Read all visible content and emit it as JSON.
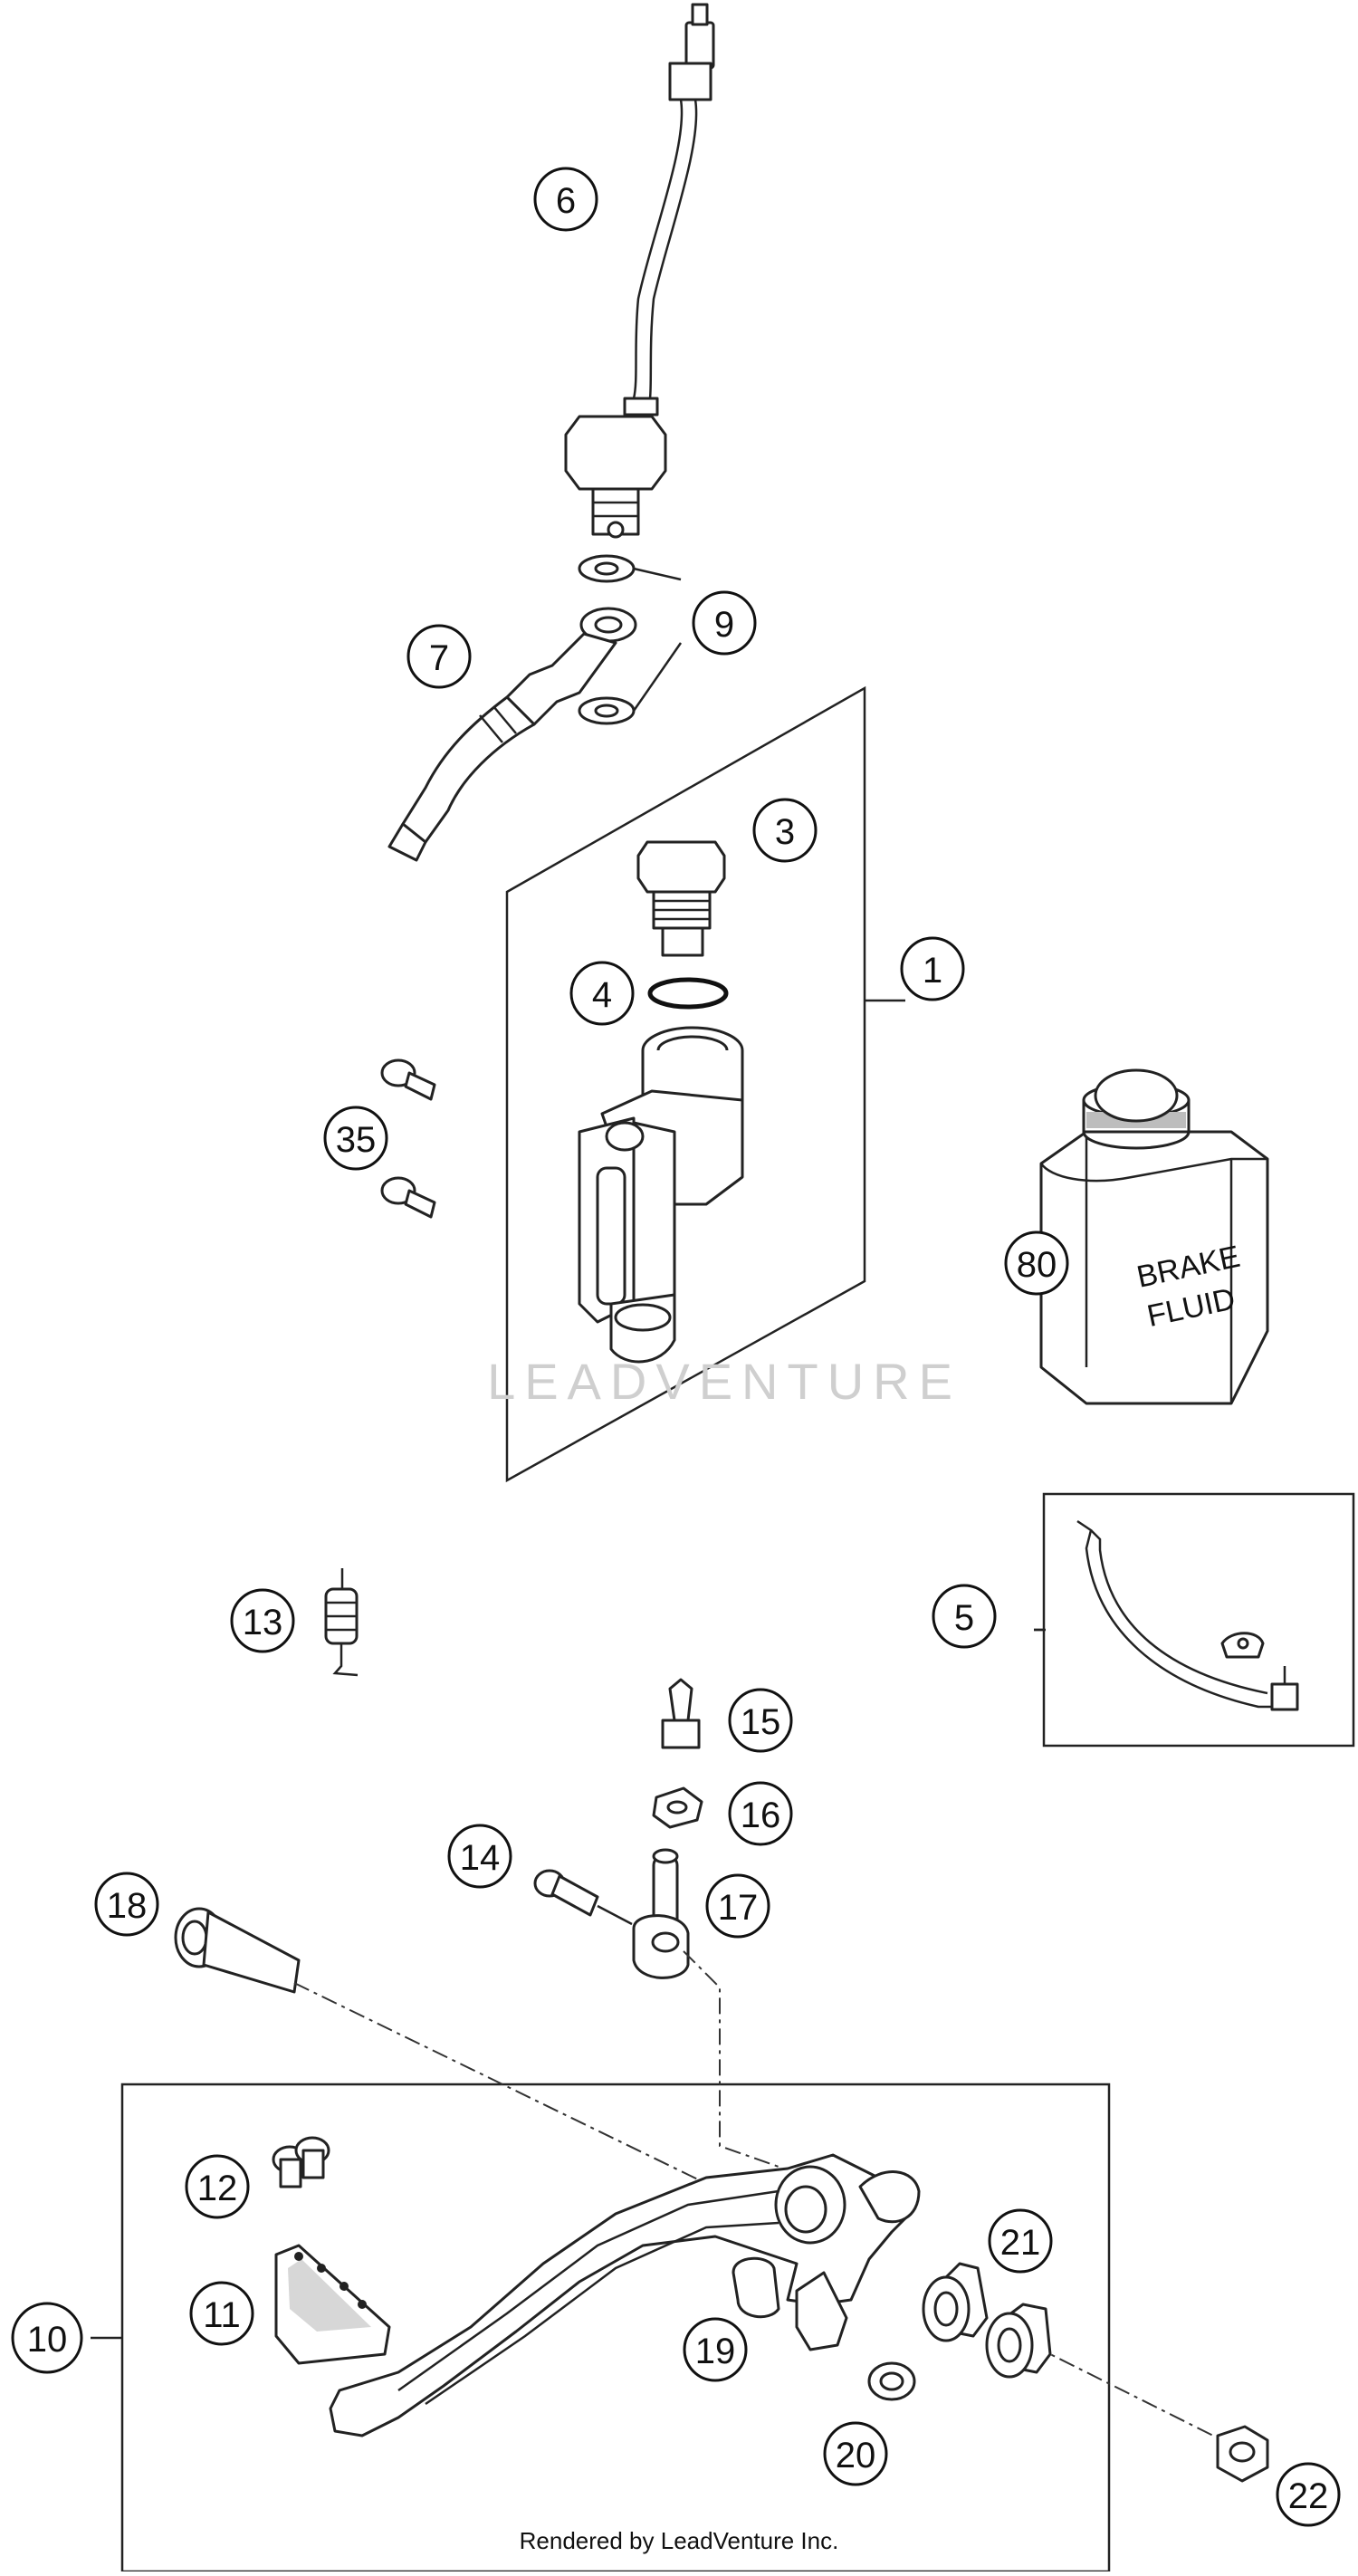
{
  "diagram": {
    "watermark": "LEADVENTURE",
    "footer": "Rendered by LeadVenture Inc.",
    "can_label": [
      "BRAKE",
      "FLUID"
    ],
    "callouts": [
      {
        "id": "c1",
        "label": "1"
      },
      {
        "id": "c3",
        "label": "3"
      },
      {
        "id": "c4",
        "label": "4"
      },
      {
        "id": "c5",
        "label": "5"
      },
      {
        "id": "c6",
        "label": "6"
      },
      {
        "id": "c7",
        "label": "7"
      },
      {
        "id": "c9",
        "label": "9"
      },
      {
        "id": "c10",
        "label": "10"
      },
      {
        "id": "c11",
        "label": "11"
      },
      {
        "id": "c12",
        "label": "12"
      },
      {
        "id": "c13",
        "label": "13"
      },
      {
        "id": "c14",
        "label": "14"
      },
      {
        "id": "c15",
        "label": "15"
      },
      {
        "id": "c16",
        "label": "16"
      },
      {
        "id": "c17",
        "label": "17"
      },
      {
        "id": "c18",
        "label": "18"
      },
      {
        "id": "c19",
        "label": "19"
      },
      {
        "id": "c20",
        "label": "20"
      },
      {
        "id": "c21",
        "label": "21"
      },
      {
        "id": "c22",
        "label": "22"
      },
      {
        "id": "c35",
        "label": "35"
      },
      {
        "id": "c80",
        "label": "80"
      }
    ]
  }
}
